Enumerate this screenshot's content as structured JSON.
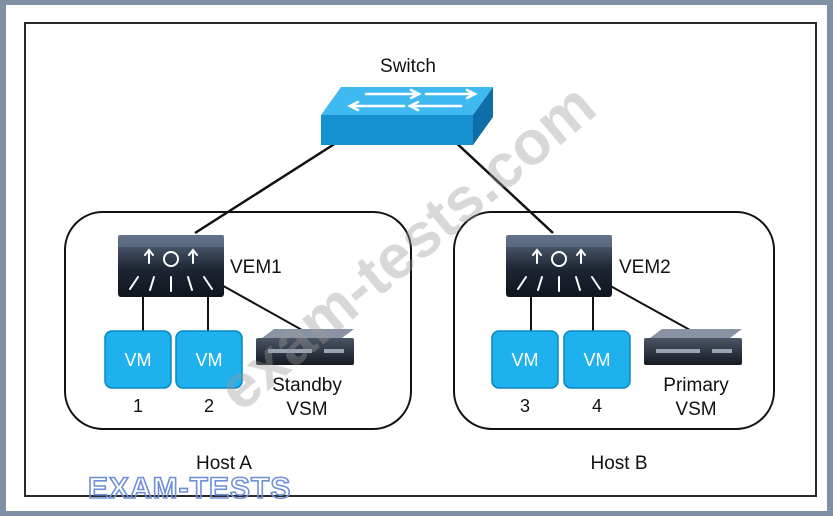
{
  "switch": {
    "label": "Switch"
  },
  "hosts": [
    {
      "label": "Host A",
      "vem": "VEM1",
      "vms": [
        {
          "icon": "VM",
          "number": "1"
        },
        {
          "icon": "VM",
          "number": "2"
        }
      ],
      "vsm": {
        "line1": "Standby",
        "line2": "VSM"
      }
    },
    {
      "label": "Host B",
      "vem": "VEM2",
      "vms": [
        {
          "icon": "VM",
          "number": "3"
        },
        {
          "icon": "VM",
          "number": "4"
        }
      ],
      "vsm": {
        "line1": "Primary",
        "line2": "VSM"
      }
    }
  ],
  "watermark": {
    "diagonal": "exam-tests.com",
    "logo": "EXAM-TESTS"
  },
  "colors": {
    "switch_blue": "#1aa3e8",
    "vm_blue": "#1fb0ee",
    "vem_dark": "#1e2633",
    "line": "#111111",
    "watermark_logo": "#6f8fd8"
  }
}
